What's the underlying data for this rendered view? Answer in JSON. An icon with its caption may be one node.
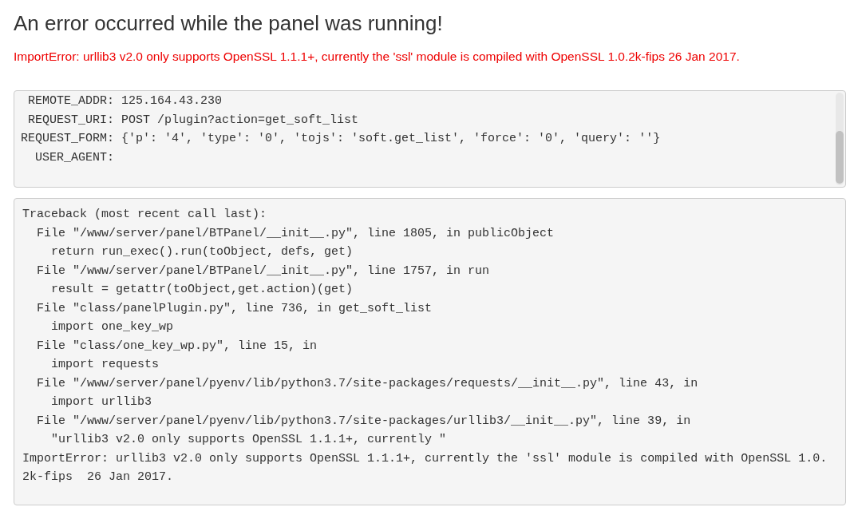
{
  "diagram": {
    "title": "An error occurred while the panel was running!",
    "nodes": [
      {
        "text": [
          "REMOTE_ADDR: 125.164.43.230",
          "REQUEST_URI: POST /plugin?action=get_soft_list",
          "REQUEST_FORM: {'p': '4', 'type': '0', 'tojs': 'soft.get_list', 'force': '0', 'query': ''}",
          "USER_AGENT:"
        ]
      },
      {
        "text": [
          "Traceback (most recent call last):",
          "File \"/www/server/panel/BTPanel/__init__.py\", line 1805, in publicObject",
          "return run_exec().run(toObject, defs, get)",
          "File \"/www/server/panel/BTPanel/__init__.py\", line 1757, in run",
          "result = getattr(toObject,get.action)(get)",
          "File \"class/panelPlugin.py\", line 736, in get_soft_list",
          "import one_key_wp",
          "File \"class/one_key_wp.py\", line 15, in",
          "import requests",
          "File \"/www/server/panel/pyenv/lib/python3.7/site-packages/requests/__init__.py\", line 43, in",
          "import urllib3",
          "File \"/www/server/panel/pyenv/lib/python3.7/site-packages/urllib3/__init__.py\", line 39, in",
          "\"urllib3 v2.0 only supports OpenSSL 1.1.1+, currently \"",
          "ImportError: urllib3 v2.0 only supports OpenSSL 1.1.1+, currently the 'ssl' module is compiled with OpenSSL 1.0.2k-fips  26 Jan 2017."
        ]
      }
    ],
    "labels": [
      "ImportError: urllib3 v2.0 only supports OpenSSL 1.1.1+, currently the 'ssl' module is compiled with OpenSSL 1.0.2k-fips 26 Jan 2017."
    ]
  }
}
